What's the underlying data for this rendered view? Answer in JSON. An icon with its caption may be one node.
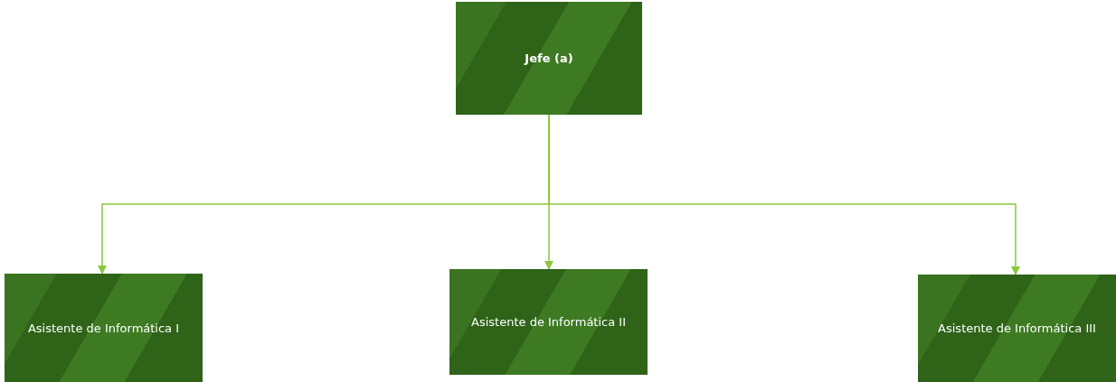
{
  "diagram": {
    "nodes": [
      {
        "text": [
          "Jefe (a)"
        ]
      },
      {
        "text": [
          "Asistente de Informática I"
        ]
      },
      {
        "text": [
          "Asistente de Informática II"
        ]
      },
      {
        "text": [
          "Asistente de Informática III"
        ]
      }
    ],
    "edges": [
      {
        "from": 0,
        "to": 1,
        "arrow": "to"
      },
      {
        "from": 0,
        "to": 2,
        "arrow": "to"
      },
      {
        "from": 0,
        "to": 3,
        "arrow": "to"
      }
    ]
  }
}
